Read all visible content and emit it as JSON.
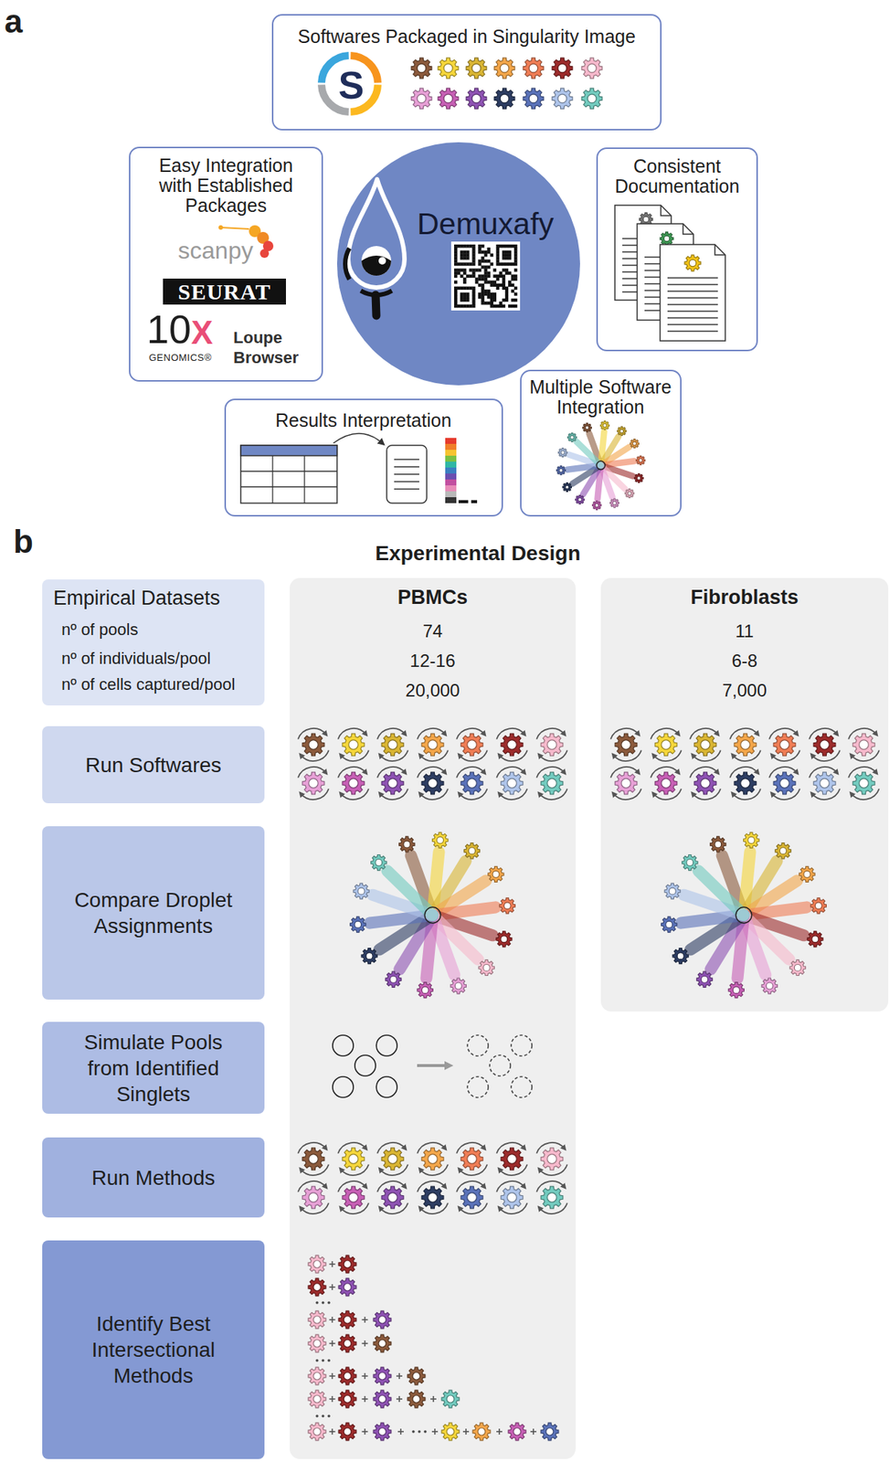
{
  "diagram": {
    "nodes": [
      {
        "text": [
          "Softwares Packaged in Singularity Image",
          "S"
        ]
      },
      {
        "text": [
          "Easy Integration with Established Packages",
          "scanpy",
          "SEURAT",
          "10",
          "X",
          "GENOMICS®",
          "Loupe Browser"
        ]
      },
      {
        "text": [
          "Demuxafy"
        ]
      },
      {
        "text": [
          "Consistent Documentation"
        ]
      },
      {
        "text": [
          "Results Interpretation"
        ]
      },
      {
        "text": [
          "Multiple Software Integration"
        ]
      },
      {
        "text": [
          "Empirical Datasets",
          "nº of pools",
          "nº of individuals/pool",
          "nº of cells captured/pool"
        ]
      },
      {
        "text": [
          "Run Softwares"
        ]
      },
      {
        "text": [
          "Compare Droplet Assignments"
        ]
      },
      {
        "text": [
          "Simulate Pools from Identified Singlets"
        ]
      },
      {
        "text": [
          "Run Methods"
        ]
      },
      {
        "text": [
          "Identify Best Intersectional Methods"
        ]
      },
      {
        "text": [
          "PBMCs",
          "74",
          "12-16",
          "20,000"
        ]
      },
      {
        "text": [
          "Fibroblasts",
          "11",
          "6-8",
          "7,000"
        ]
      }
    ],
    "labels": [
      "a",
      "b",
      "Experimental Design"
    ]
  }
}
